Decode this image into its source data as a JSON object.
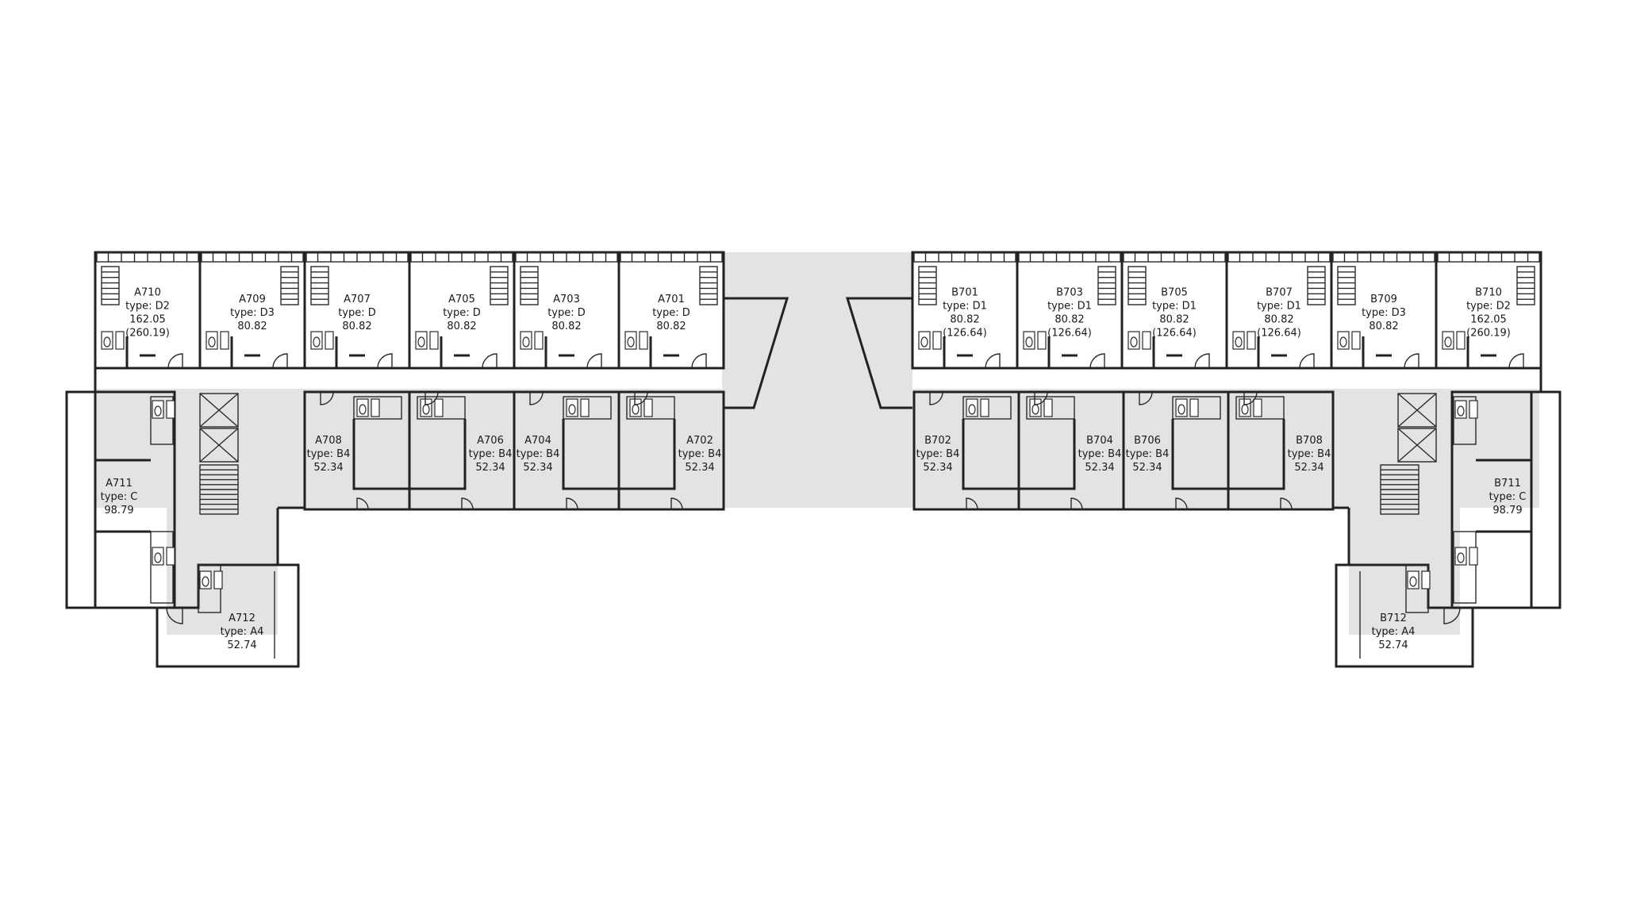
{
  "colors": {
    "green": "#6BB574",
    "light_blue": "#D8EEF9",
    "dark_blue": "#3A8DBE",
    "mid_blue": "#87C1E0",
    "corridor": "#E3E3E3",
    "wall": "#222222"
  },
  "wing_a": {
    "north_units": [
      {
        "lines": [
          "A710",
          "type: D2",
          "162.05",
          "(260.19)"
        ]
      },
      {
        "lines": [
          "A709",
          "type: D3",
          "80.82"
        ]
      },
      {
        "lines": [
          "A707",
          "type: D",
          "80.82"
        ]
      },
      {
        "lines": [
          "A705",
          "type: D",
          "80.82"
        ]
      },
      {
        "lines": [
          "A703",
          "type: D",
          "80.82"
        ]
      },
      {
        "lines": [
          "A701",
          "type: D",
          "80.82"
        ]
      }
    ],
    "south_units": [
      {
        "lines": [
          "A708",
          "type: B4",
          "52.34"
        ]
      },
      {
        "lines": [
          "A706",
          "type: B4",
          "52.34"
        ]
      },
      {
        "lines": [
          "A704",
          "type: B4",
          "52.34"
        ]
      },
      {
        "lines": [
          "A702",
          "type: B4",
          "52.34"
        ]
      }
    ],
    "side_unit": {
      "lines": [
        "A711",
        "type: C",
        "98.79"
      ]
    },
    "corner_unit": {
      "lines": [
        "A712",
        "type: A4",
        "52.74"
      ]
    }
  },
  "wing_b": {
    "north_units": [
      {
        "lines": [
          "B701",
          "type: D1",
          "80.82",
          "(126.64)"
        ]
      },
      {
        "lines": [
          "B703",
          "type: D1",
          "80.82",
          "(126.64)"
        ]
      },
      {
        "lines": [
          "B705",
          "type: D1",
          "80.82",
          "(126.64)"
        ]
      },
      {
        "lines": [
          "B707",
          "type: D1",
          "80.82",
          "(126.64)"
        ]
      },
      {
        "lines": [
          "B709",
          "type: D3",
          "80.82"
        ]
      },
      {
        "lines": [
          "B710",
          "type: D2",
          "162.05",
          "(260.19)"
        ]
      }
    ],
    "south_units": [
      {
        "lines": [
          "B702",
          "type: B4",
          "52.34"
        ]
      },
      {
        "lines": [
          "B704",
          "type: B4",
          "52.34"
        ]
      },
      {
        "lines": [
          "B706",
          "type: B4",
          "52.34"
        ]
      },
      {
        "lines": [
          "B708",
          "type: B4",
          "52.34"
        ]
      }
    ],
    "side_unit": {
      "lines": [
        "B711",
        "type: C",
        "98.79"
      ]
    },
    "corner_unit": {
      "lines": [
        "B712",
        "type: A4",
        "52.74"
      ]
    }
  }
}
